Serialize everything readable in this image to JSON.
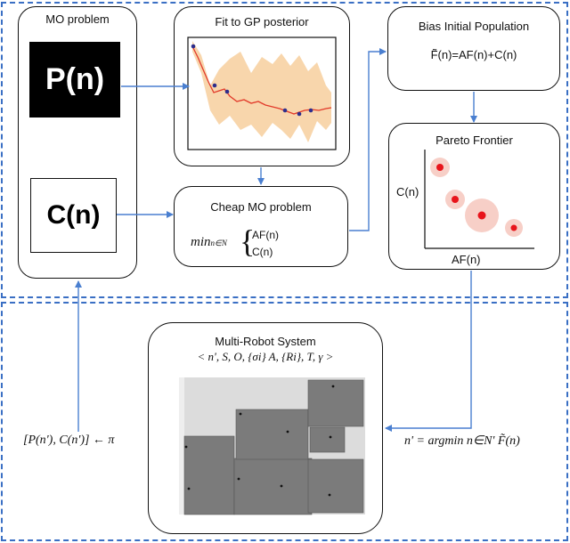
{
  "mo_problem": {
    "title": "MO problem",
    "p_label": "P(n)",
    "c_label": "C(n)"
  },
  "gp_fit": {
    "title": "Fit to GP posterior"
  },
  "cheap_mo": {
    "title": "Cheap MO problem",
    "min_expr": "min",
    "min_sub": "n∈N",
    "af": "AF(n)",
    "c": "C(n)"
  },
  "bias_pop": {
    "title": "Bias Initial Population",
    "formula": "F̃(n)=AF(n)+C(n)"
  },
  "pareto": {
    "title": "Pareto Frontier",
    "ylabel": "C(n)",
    "xlabel": "AF(n)"
  },
  "mrs": {
    "title": "Multi-Robot System",
    "tuple": "< n', S, O, {σi} A, {Ri}, T, γ >"
  },
  "left_label": "[P(n'), C(n')] ← π",
  "right_label": "n' = argmin n∈N' F̃(n)",
  "colors": {
    "dashed_border": "#3a6fc4",
    "arrow": "#4a7fd0",
    "gp_band": "#f8d6ac",
    "gp_line": "#e23a2a",
    "gp_point": "#2e2e8c",
    "pareto_point": "#e8141b",
    "pareto_halo": "#f7cfc7",
    "map_wall": "#7b7b7b",
    "map_floor": "#dcdcdc"
  }
}
